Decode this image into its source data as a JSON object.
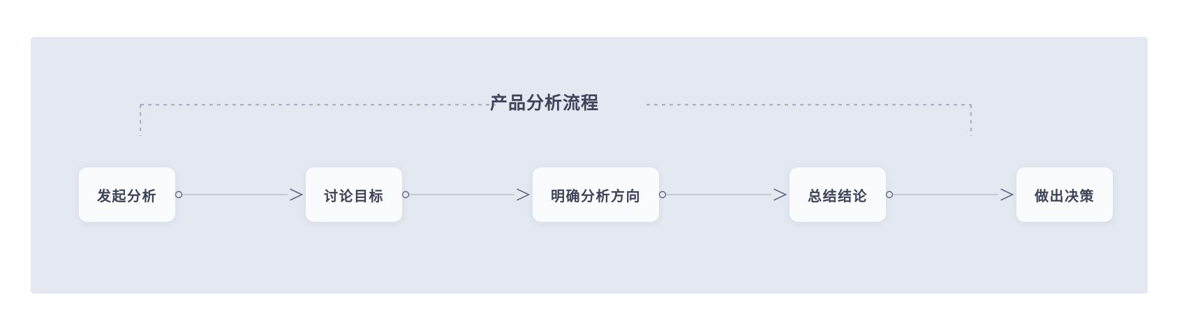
{
  "panel": {
    "background_color": "#e4e8f1",
    "page_background_color": "#ffffff"
  },
  "bracket": {
    "title": "产品分析流程",
    "line_color": "#a9afc4",
    "style": "dashed"
  },
  "flow": {
    "node_background_color": "#fafbfd",
    "text_color": "#3d4259",
    "connector_color": "#5f6880",
    "nodes": [
      {
        "label": "发起分析"
      },
      {
        "label": "讨论目标"
      },
      {
        "label": "明确分析方向"
      },
      {
        "label": "总结结论"
      },
      {
        "label": "做出决策"
      }
    ],
    "connectors": [
      {
        "from": "发起分析",
        "to": "讨论目标",
        "start_marker": "circle",
        "end_marker": "arrow"
      },
      {
        "from": "讨论目标",
        "to": "明确分析方向",
        "start_marker": "circle",
        "end_marker": "arrow"
      },
      {
        "from": "明确分析方向",
        "to": "总结结论",
        "start_marker": "circle",
        "end_marker": "arrow"
      },
      {
        "from": "总结结论",
        "to": "做出决策",
        "start_marker": "circle",
        "end_marker": "arrow"
      }
    ]
  }
}
